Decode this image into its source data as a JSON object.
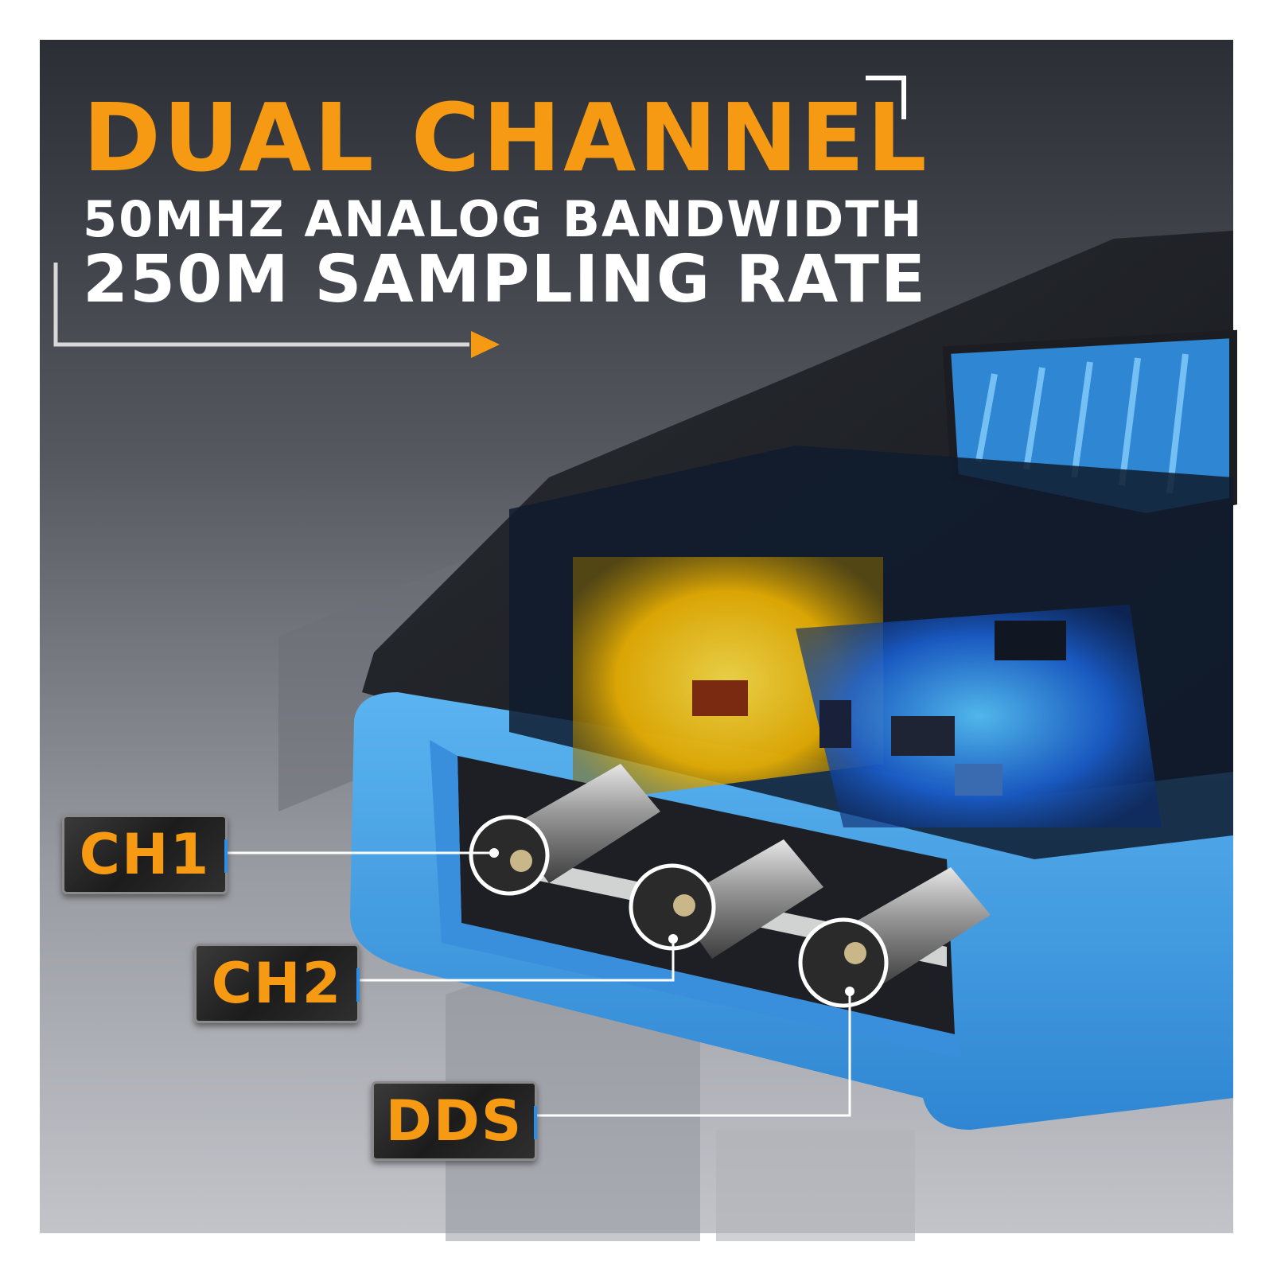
{
  "headline": {
    "title": "DUAL CHANNEL",
    "line1": "50MHZ ANALOG BANDWIDTH",
    "line2": "250M SAMPLING RATE"
  },
  "ports": [
    {
      "label": "CH1"
    },
    {
      "label": "CH2"
    },
    {
      "label": "DDS"
    }
  ],
  "colors": {
    "accent_orange": "#f59a12",
    "text_white": "#ffffff",
    "device_blue": "#45a6ea",
    "device_black": "#1d2026",
    "background_dark": "#2e3138",
    "background_light": "#b9bcc4"
  }
}
